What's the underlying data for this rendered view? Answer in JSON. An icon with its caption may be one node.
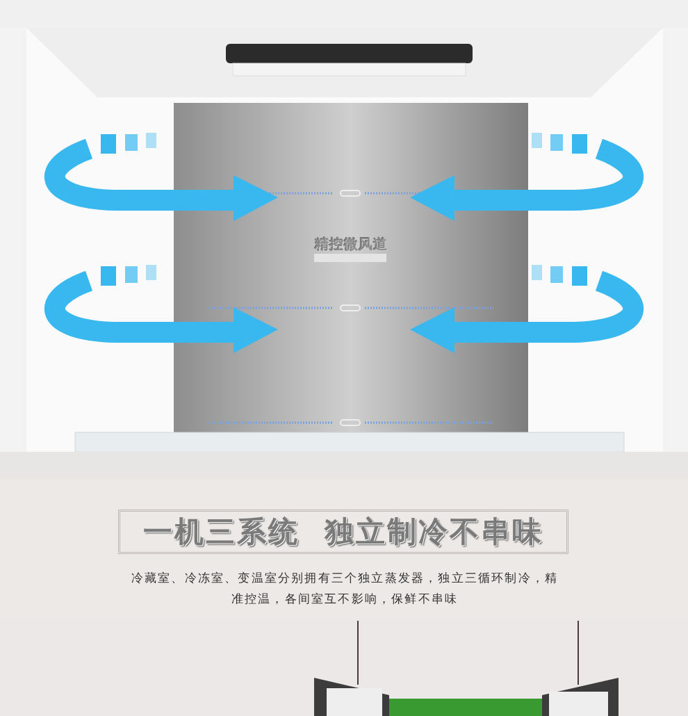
{
  "diagram": {
    "title": "一机三系统  独立制冷不串味",
    "caption": "冷藏室、冷冻室、变温室分别拥有三个独立蒸发器，独立三循环制冷，精准控温，各间室互不影响，保鲜不串味",
    "labels": [
      "精控微风道"
    ]
  }
}
